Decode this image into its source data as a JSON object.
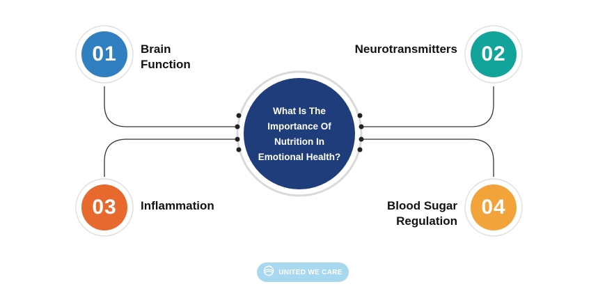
{
  "center": {
    "lines": [
      "What Is The",
      "Importance Of",
      "Nutrition In",
      "Emotional Health?"
    ]
  },
  "items": [
    {
      "number": "01",
      "label_lines": [
        "Brain",
        "Function"
      ],
      "color": "#2f7fc1"
    },
    {
      "number": "02",
      "label_lines": [
        "Neurotransmitters"
      ],
      "color": "#12a39a"
    },
    {
      "number": "03",
      "label_lines": [
        "Inflammation"
      ],
      "color": "#e8692d"
    },
    {
      "number": "04",
      "label_lines": [
        "Blood Sugar",
        "Regulation"
      ],
      "color": "#f2a33a"
    }
  ],
  "colors": {
    "center_fill": "#1f3d7a",
    "ring": "#d9d9d9",
    "connector": "#333333",
    "logo_bg": "#a8d8ef"
  },
  "logo": {
    "text": "UNITED WE CARE",
    "icon": "globe-icon"
  }
}
